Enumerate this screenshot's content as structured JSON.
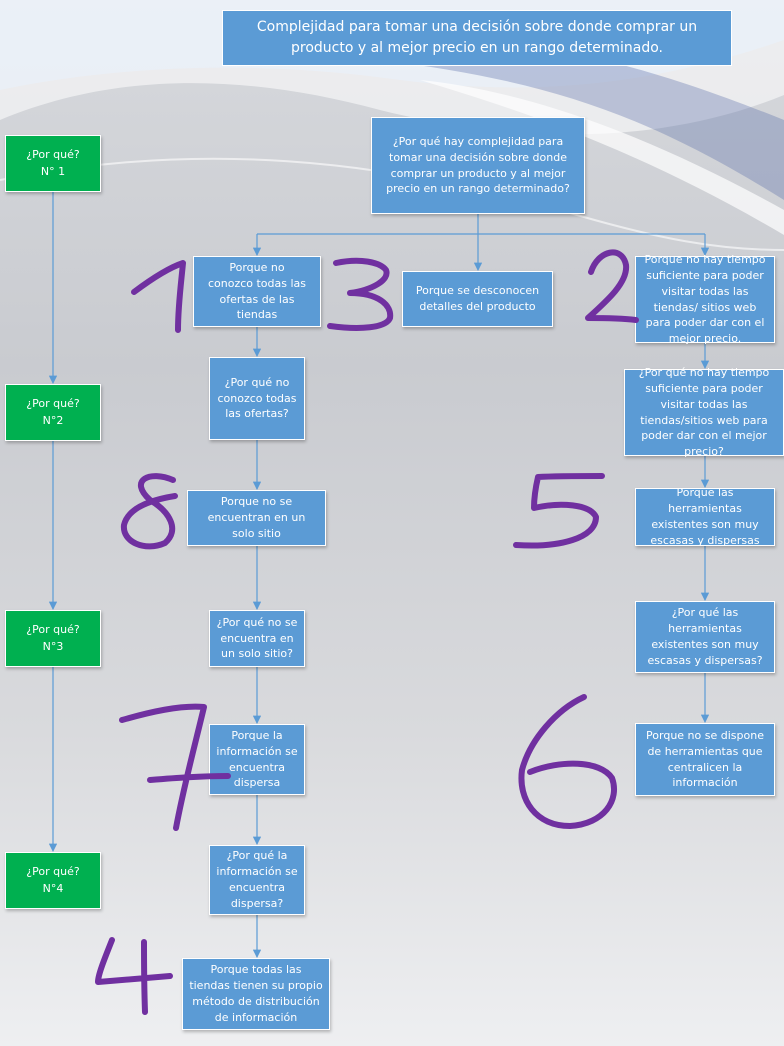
{
  "title": "Complejidad para tomar una decisión sobre donde comprar un producto y al mejor precio en un rango determinado.",
  "why_labels": [
    "¿Por qué?\nN° 1",
    "¿Por qué?\nN°2",
    "¿Por qué?\nN°3",
    "¿Por qué?\nN°4"
  ],
  "root_question": "¿Por qué hay complejidad para tomar una decisión sobre donde comprar un producto y al mejor precio en un rango determinado?",
  "left_branch": {
    "r1": "Porque no conozco todas las ofertas de las tiendas",
    "q2": "¿Por qué no conozco todas las ofertas?",
    "r2": "Porque no se encuentran en un solo sitio",
    "q3": "¿Por qué no se encuentra en un solo sitio?",
    "r3": "Porque la información se encuentra dispersa",
    "q4": "¿Por qué la información se encuentra dispersa?",
    "r4": "Porque todas las tiendas tienen su propio método de distribución de información"
  },
  "middle_branch": {
    "r1": "Porque se desconocen detalles del producto"
  },
  "right_branch": {
    "r1": "Porque no hay tiempo suficiente para poder visitar todas las tiendas/ sitios web para poder dar con el mejor precio.",
    "q2": "¿Por qué no hay tiempo suficiente para poder visitar todas las tiendas/sitios web para poder dar con el mejor precio?",
    "r2": "Porque las herramientas existentes son muy escasas y dispersas",
    "q3": "¿Por qué las herramientas existentes son muy escasas y dispersas?",
    "r3": "Porque no se dispone de herramientas que centralicen la información"
  },
  "handwritten_numbers": [
    "1",
    "3",
    "2",
    "8",
    "5",
    "7",
    "6",
    "4"
  ],
  "colors": {
    "box": "#5b9bd5",
    "why_box": "#00b050",
    "connector": "#5b9bd5",
    "handwriting": "#7030a0"
  }
}
